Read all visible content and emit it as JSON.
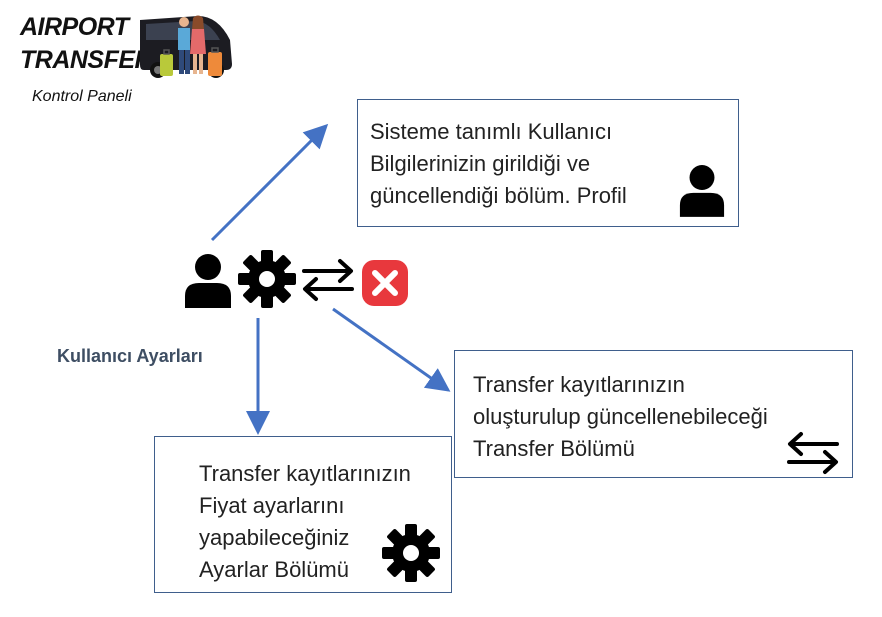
{
  "logo": {
    "line1": "AIRPORT",
    "line2": "TRANSFER",
    "subtitle": "Kontrol Paneli",
    "illustration": "couple-with-luggage-and-van"
  },
  "toolbar": {
    "label": "Kullanıcı Ayarları",
    "icons": [
      "user-icon",
      "gear-icon",
      "swap-arrows-icon",
      "close-icon"
    ],
    "close_color": "#e8383d"
  },
  "callouts": {
    "profile": {
      "lines": [
        "Sisteme tanımlı Kullanıcı",
        "Bilgilerinizin girildiği ve",
        "güncellendiği bölüm. Profil"
      ],
      "icon": "user-icon"
    },
    "transfer": {
      "lines": [
        "Transfer kayıtlarınızın",
        "oluşturulup güncellenebileceği",
        "Transfer Bölümü"
      ],
      "icon": "swap-arrows-icon"
    },
    "settings": {
      "lines": [
        "Transfer kayıtlarınızın",
        "Fiyat ayarlarını",
        "yapabileceğiniz",
        "Ayarlar Bölümü"
      ],
      "icon": "gear-icon"
    }
  },
  "colors": {
    "arrow": "#4472c4",
    "box_border": "#3f5e8c"
  }
}
